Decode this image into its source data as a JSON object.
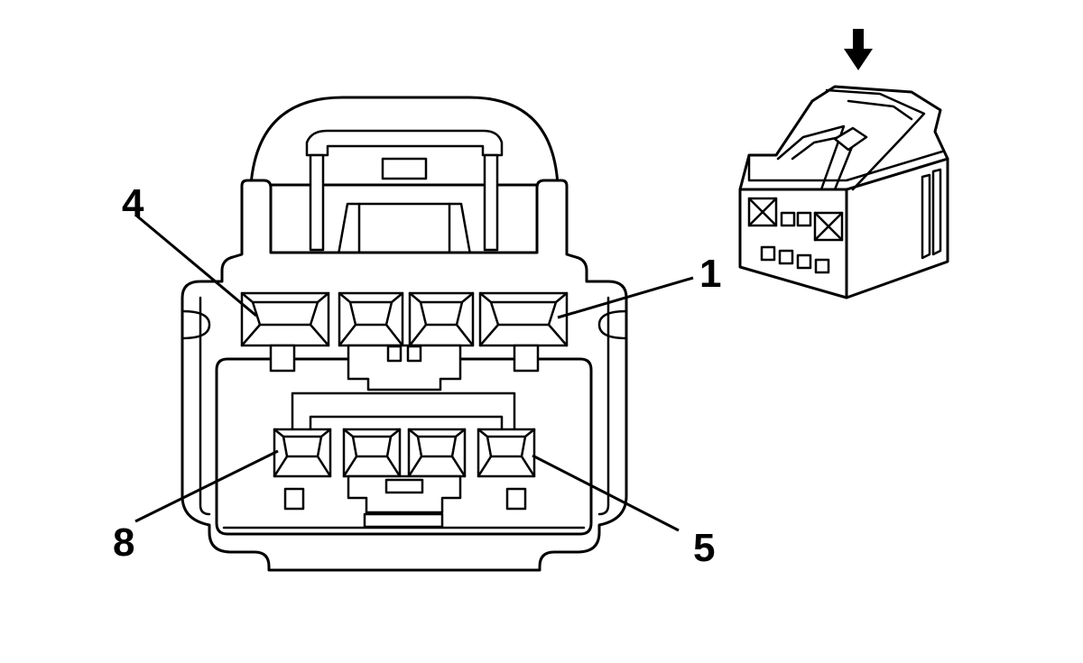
{
  "pin_labels": {
    "pin_4": "4",
    "pin_1": "1",
    "pin_8": "8",
    "pin_5": "5"
  },
  "icons": {
    "insertion_arrow": "down-arrow-icon"
  },
  "colors": {
    "line": "#000000",
    "background": "#ffffff"
  }
}
